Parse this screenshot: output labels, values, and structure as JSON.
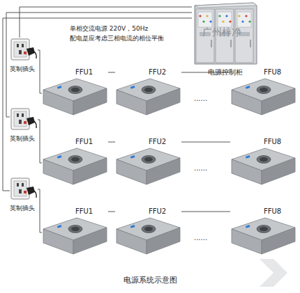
{
  "diagram": {
    "caption": "电源系统示意图",
    "nodes": [
      {
        "text": [
          "电源控制柜"
        ]
      },
      {
        "text": [
          "英制插头"
        ]
      },
      {
        "text": [
          "FFU1"
        ]
      },
      {
        "text": [
          "FFU2"
        ]
      },
      {
        "text": [
          "FFU8"
        ]
      },
      {
        "text": [
          "英制插头"
        ]
      },
      {
        "text": [
          "FFU1"
        ]
      },
      {
        "text": [
          "FFU2"
        ]
      },
      {
        "text": [
          "FFU8"
        ]
      },
      {
        "text": [
          "英制插头"
        ]
      },
      {
        "text": [
          "FFU1"
        ]
      },
      {
        "text": [
          "FFU2"
        ]
      },
      {
        "text": [
          "FFU8"
        ]
      }
    ],
    "edges": [
      {
        "from": 0,
        "to": 1,
        "arrow": "none"
      },
      {
        "from": 0,
        "to": 5,
        "arrow": "none"
      },
      {
        "from": 0,
        "to": 9,
        "arrow": "none"
      },
      {
        "from": 1,
        "to": 2,
        "arrow": "none"
      },
      {
        "from": 2,
        "to": 3,
        "arrow": "none"
      },
      {
        "from": 3,
        "to": 4,
        "arrow": "none"
      },
      {
        "from": 5,
        "to": 6,
        "arrow": "none"
      },
      {
        "from": 6,
        "to": 7,
        "arrow": "none"
      },
      {
        "from": 7,
        "to": 8,
        "arrow": "none"
      },
      {
        "from": 9,
        "to": 10,
        "arrow": "none"
      },
      {
        "from": 10,
        "to": 11,
        "arrow": "none"
      },
      {
        "from": 11,
        "to": 12,
        "arrow": "none"
      }
    ],
    "labels": [
      "单相交流电源 220V，50Hz",
      "配电是应考虑三相电流的相位平衡",
      "广州梓净",
      "......",
      "......",
      "......"
    ]
  }
}
